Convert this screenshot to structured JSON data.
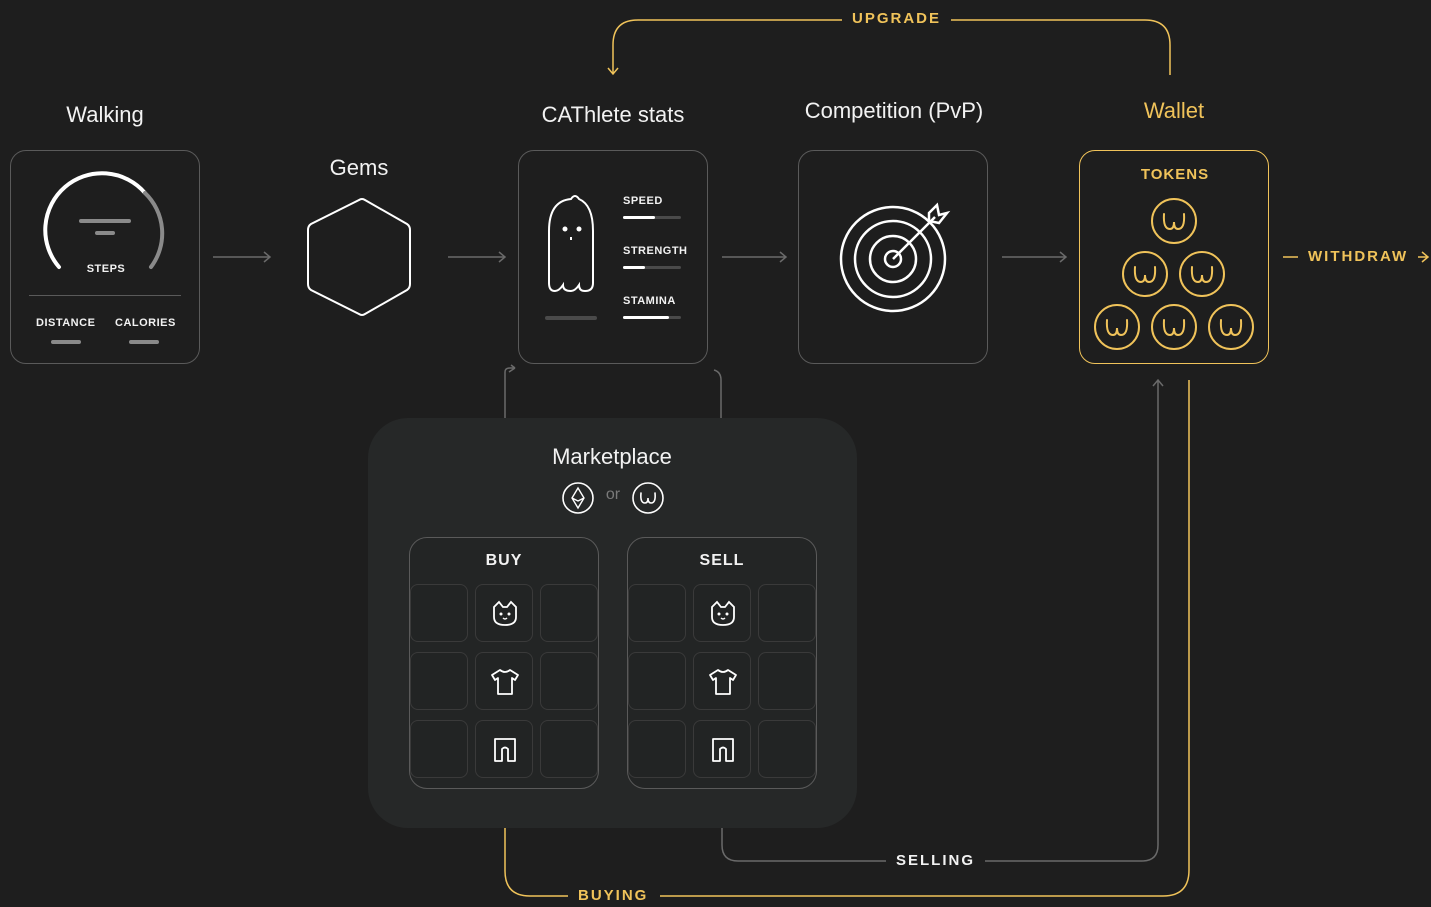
{
  "flow": {
    "upgrade": "UPGRADE",
    "withdraw": "WITHDRAW",
    "selling": "SELLING",
    "buying": "BUYING"
  },
  "walking": {
    "title": "Walking",
    "steps": "STEPS",
    "distance": "DISTANCE",
    "calories": "CALORIES"
  },
  "gems": {
    "title": "Gems"
  },
  "stats": {
    "title": "CAThlete stats",
    "speed": "SPEED",
    "strength": "STRENGTH",
    "stamina": "STAMINA"
  },
  "competition": {
    "title": "Competition (PvP)"
  },
  "wallet": {
    "title": "Wallet",
    "tokens": "TOKENS"
  },
  "marketplace": {
    "title": "Marketplace",
    "or": "or",
    "buy": "BUY",
    "sell": "SELL"
  },
  "colors": {
    "accent": "#f0c35a",
    "background": "#1e1e1e",
    "stroke": "#5a5a5a"
  },
  "icons": [
    "gauge-icon",
    "hexagon-gem-icon",
    "cat-character-icon",
    "target-icon",
    "token-icon",
    "ethereum-icon",
    "cat-face-icon",
    "shirt-icon",
    "shorts-icon"
  ]
}
